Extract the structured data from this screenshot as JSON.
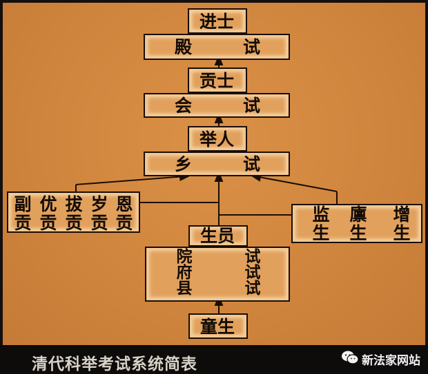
{
  "diagram": {
    "caption": "清代科举考试系统简表",
    "watermark": "新法家网站",
    "watermark_icon": "wechat-icon",
    "colors": {
      "board": "#d0863f",
      "box": "#e1a05c",
      "ink": "#120b06",
      "caption_bar": "#0e0b0b"
    },
    "nodes": {
      "jinshi": "进士",
      "dianshi": {
        "left": "殿",
        "right": "试"
      },
      "gongshi_title": "贡士",
      "huishi": {
        "left": "会",
        "right": "试"
      },
      "juren": "举人",
      "xiangshi": {
        "left": "乡",
        "right": "试"
      },
      "gong_types": [
        "副贡",
        "优贡",
        "拔贡",
        "岁贡",
        "恩贡"
      ],
      "sheng_types": [
        "监生",
        "廪生",
        "增生"
      ],
      "shengyuan": "生员",
      "exams": {
        "left": "院府县",
        "right": "试试试"
      },
      "tongsheng": "童生"
    }
  }
}
